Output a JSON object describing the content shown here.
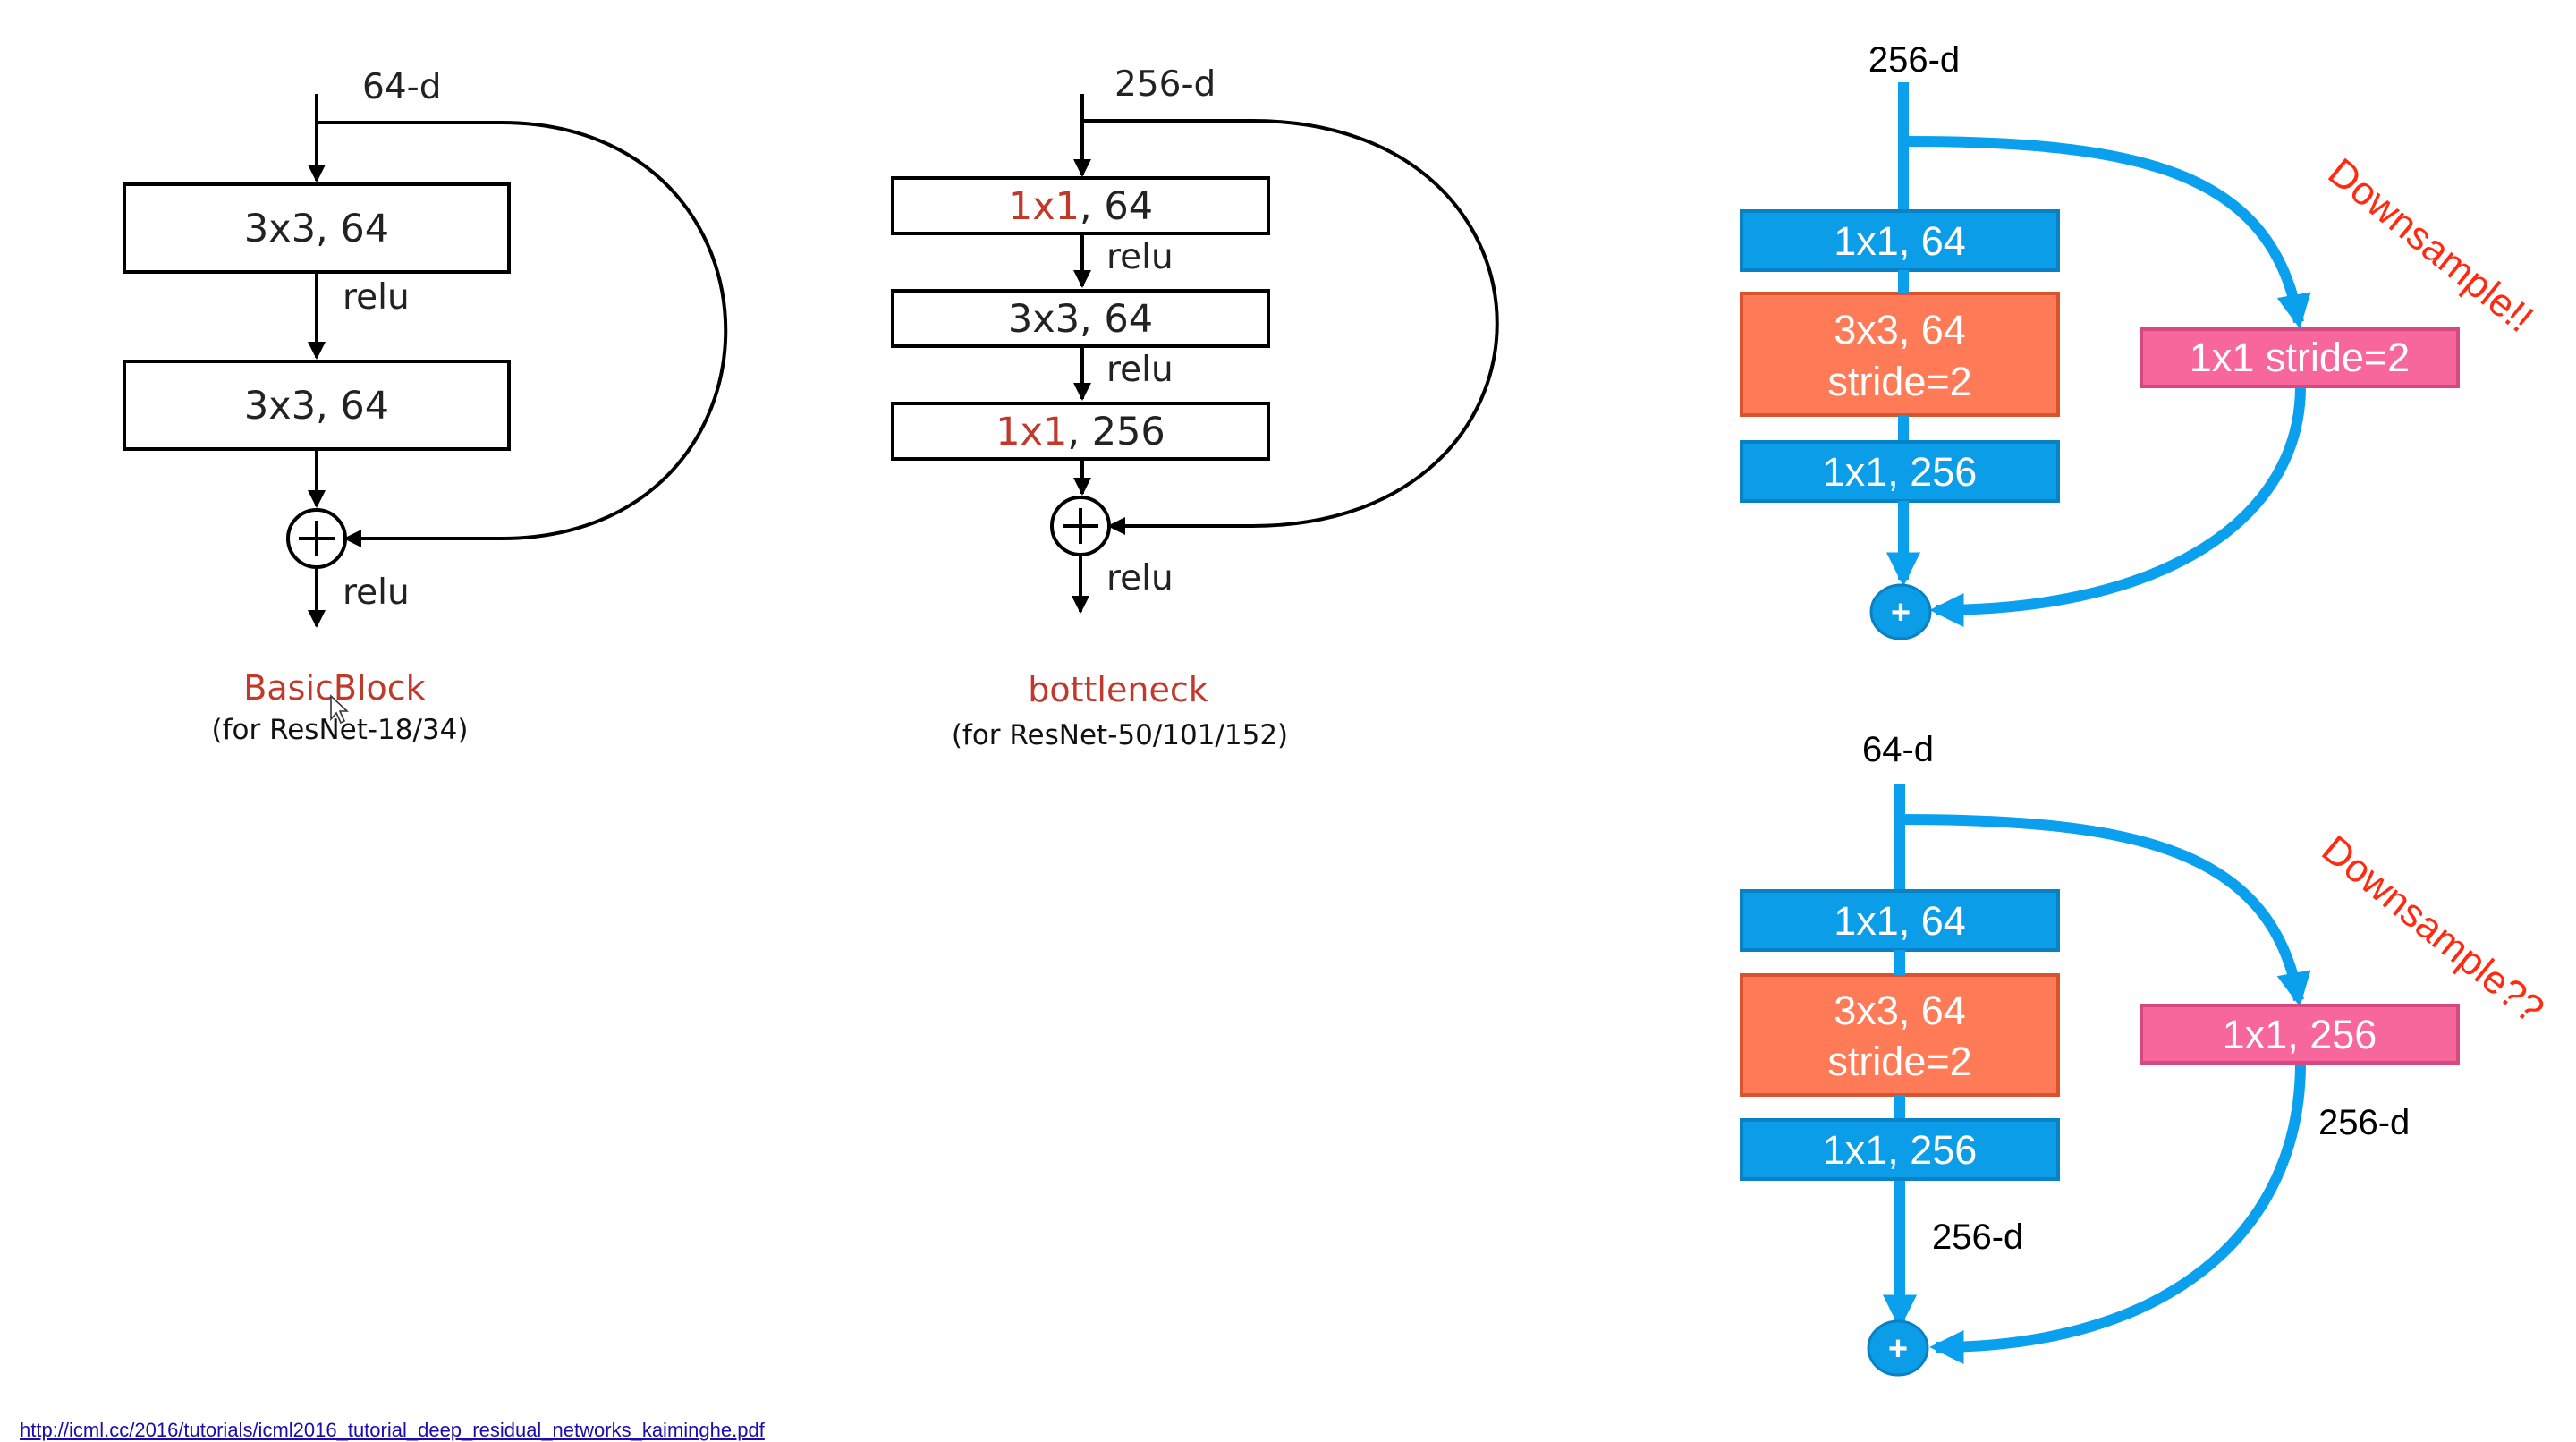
{
  "basic_block": {
    "input_dim": "64-d",
    "layers": [
      "3x3, 64",
      "3x3, 64"
    ],
    "activation_labels": [
      "relu",
      "relu"
    ],
    "title": "BasicBlock",
    "subtitle": "(for ResNet-18/34)"
  },
  "bottleneck": {
    "input_dim": "256-d",
    "layers": [
      {
        "red_part": "1x1",
        "rest": ", 64"
      },
      {
        "red_part": "",
        "rest": "3x3, 64"
      },
      {
        "red_part": "1x1",
        "rest": ", 256"
      }
    ],
    "activation_labels": [
      "relu",
      "relu",
      "relu"
    ],
    "title": "bottleneck",
    "subtitle": "(for ResNet-50/101/152)"
  },
  "downsample_top": {
    "input_dim": "256-d",
    "layers": [
      "1x1, 64",
      "3x3, 64",
      "stride=2",
      "1x1, 256"
    ],
    "shortcut": "1x1 stride=2",
    "add_symbol": "+",
    "note": "Downsample!!"
  },
  "downsample_bottom": {
    "input_dim": "64-d",
    "layers": [
      "1x1, 64",
      "3x3, 64",
      "stride=2",
      "1x1, 256"
    ],
    "shortcut": "1x1, 256",
    "main_out_dim": "256-d",
    "shortcut_out_dim": "256-d",
    "add_symbol": "+",
    "note": "Downsample??"
  },
  "colors": {
    "blue_box": "#0c9de8",
    "blue_line": "#0aa0ee",
    "orange_box": "#ff7b57",
    "orange_border": "#d9532e",
    "pink_box": "#f7679b",
    "pink_border": "#d64980",
    "note_red": "#ff2a12",
    "caption_red": "#c0392b"
  },
  "source_link": "http://icml.cc/2016/tutorials/icml2016_tutorial_deep_residual_networks_kaiminghe.pdf"
}
